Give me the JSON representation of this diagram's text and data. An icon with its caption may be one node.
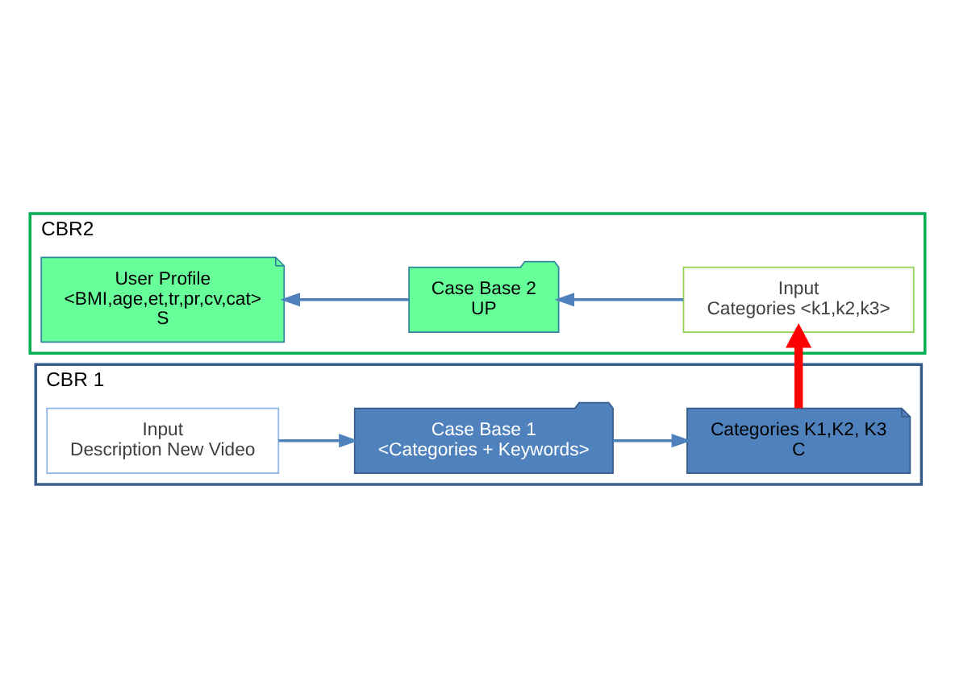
{
  "diagram": {
    "nodes": [
      {
        "text": [
          "CBR 1"
        ]
      },
      {
        "text": [
          "Input",
          "Description New Video"
        ],
        "in": 0
      },
      {
        "text": [
          "Case Base 1",
          "<Categories + Keywords>"
        ],
        "in": 0
      },
      {
        "text": [
          "Categories K1,K2, K3",
          "C"
        ],
        "in": 0
      },
      {
        "text": [
          "CBR2"
        ]
      },
      {
        "text": [
          "Input",
          "Categories <k1,k2,k3>"
        ],
        "in": 4
      },
      {
        "text": [
          "Case Base 2",
          "UP"
        ],
        "in": 4
      },
      {
        "text": [
          "User Profile",
          "<BMI,age,et,tr,pr,cv,cat>",
          "S"
        ],
        "in": 4
      }
    ],
    "edges": [
      {
        "from": 1,
        "to": 2,
        "arrow": "to"
      },
      {
        "from": 2,
        "to": 3,
        "arrow": "to"
      },
      {
        "from": 3,
        "to": 5,
        "arrow": "to",
        "style": "thick",
        "color": "#ff0000"
      },
      {
        "from": 5,
        "to": 6,
        "arrow": "to"
      },
      {
        "from": 6,
        "to": 7,
        "arrow": "to"
      }
    ]
  }
}
